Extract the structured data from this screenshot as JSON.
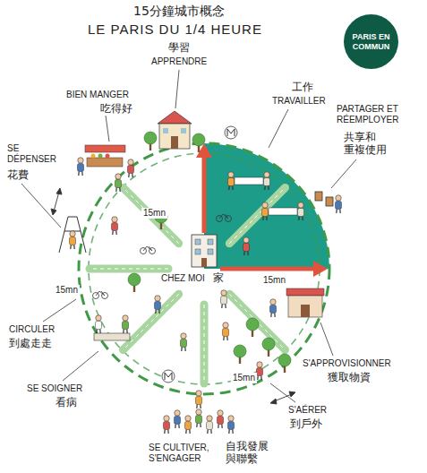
{
  "diagram": {
    "title": "15分鐘城市概念",
    "nodes": [
      {
        "text": [
          "PARIS EN COMMUN"
        ]
      }
    ],
    "labels": [
      "LE PARIS DU 1/4 HEURE",
      "學習",
      "APPRENDRE",
      "BIEN MANGER",
      "吃得好",
      "工作",
      "TRAVAILLER",
      "PARTAGER ET RÉEMPLOYER",
      "共享和 重複使用",
      "SE DÉPENSER",
      "花費",
      "CIRCULER",
      "到處走走",
      "SE SOIGNER",
      "看病",
      "S'APPROVISIONNER",
      "獲取物資",
      "S'AÉRER",
      "到戶外",
      "SE CULTIVER, S'ENGAGER",
      "自我發展 與聯繫",
      "CHEZ MOI",
      "家",
      "15mn",
      "15mn",
      "15mn",
      "15mn"
    ]
  }
}
